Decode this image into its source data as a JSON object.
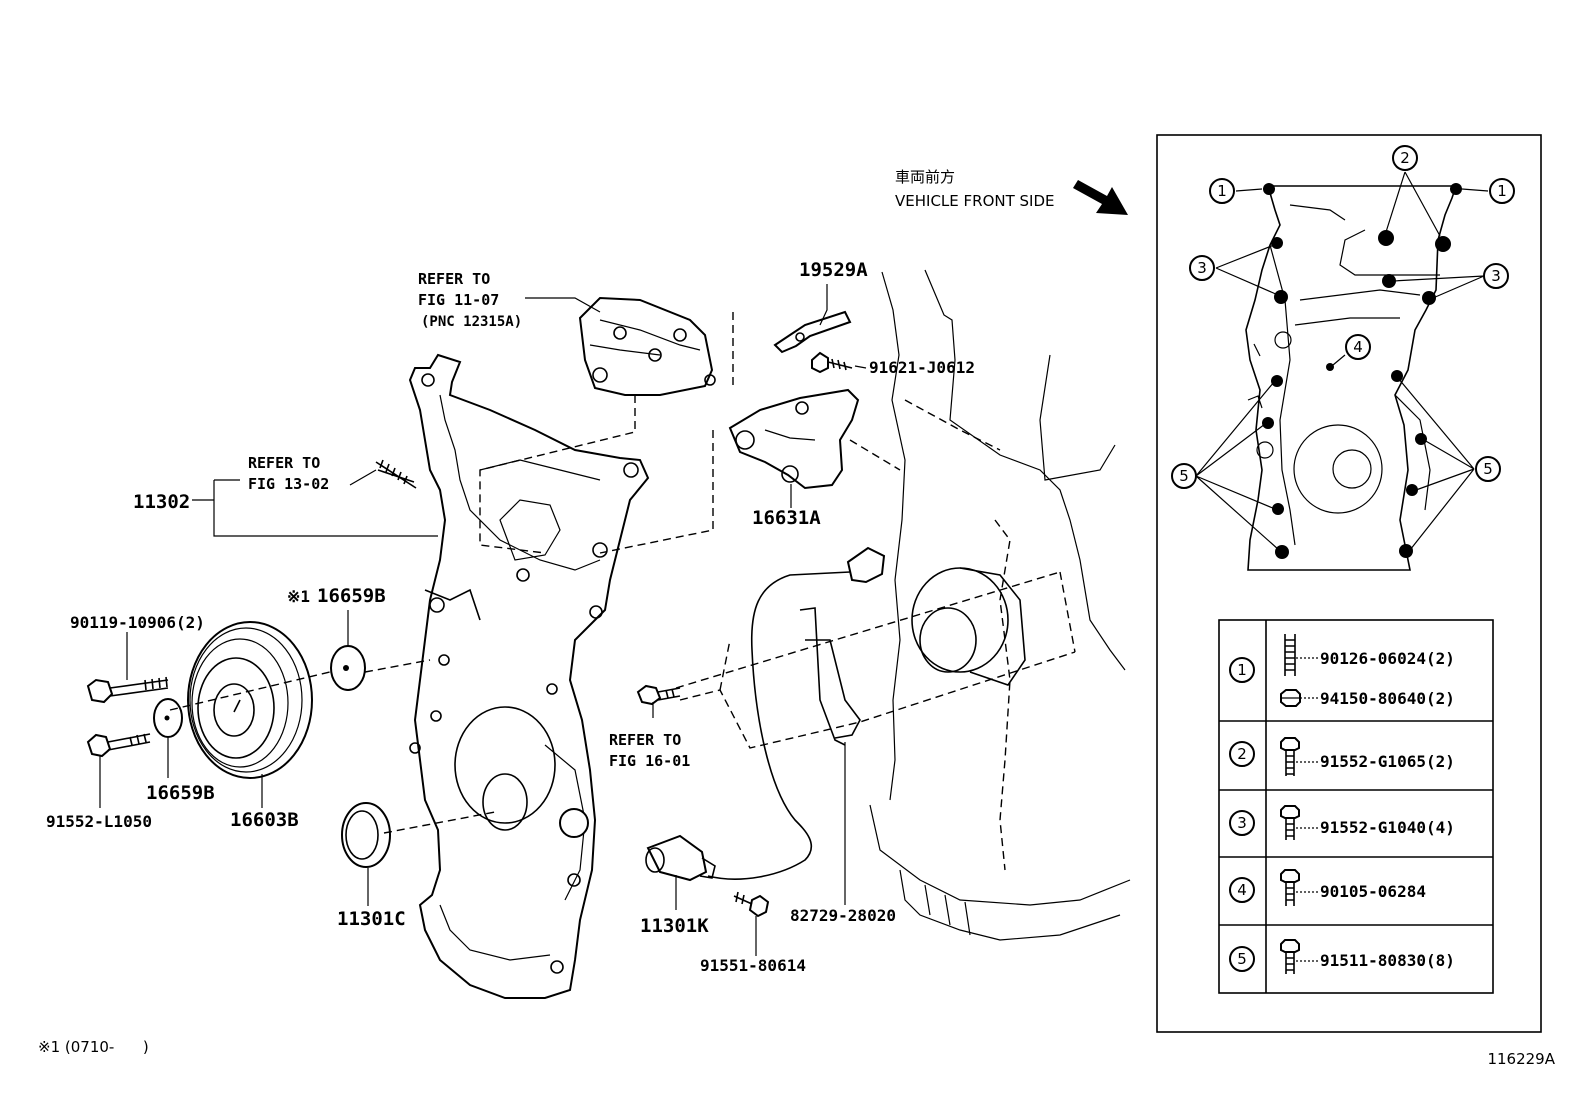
{
  "diagram_id": "116229A",
  "footnote": "※1 (0710-      )",
  "vehicle_front": {
    "jp": "車両前方",
    "en": "VEHICLE FRONT SIDE"
  },
  "references": {
    "fig_11_07": [
      "REFER TO",
      "FIG 11-07",
      "(PNC 12315A)"
    ],
    "fig_13_02": [
      "REFER TO",
      "FIG 13-02"
    ],
    "fig_16_01": [
      "REFER TO",
      "FIG 16-01"
    ]
  },
  "parts": {
    "p11302": "11302",
    "p19529A": "19529A",
    "p91621": "91621-J0612",
    "p16631A": "16631A",
    "p16659B_top": "16659B",
    "p16659B_top_mark": "※1",
    "p90119": "90119-10906(2)",
    "p91552L": "91552-L1050",
    "p16659B": "16659B",
    "p16603B": "16603B",
    "p11301C": "11301C",
    "p11301K": "11301K",
    "p91551": "91551-80614",
    "p82729": "82729-28020"
  },
  "callouts": [
    "1",
    "2",
    "3",
    "4",
    "5"
  ],
  "fastener_table": [
    {
      "no": "1",
      "parts": [
        "90126-06024(2)",
        "94150-80640(2)"
      ]
    },
    {
      "no": "2",
      "parts": [
        "91552-G1065(2)"
      ]
    },
    {
      "no": "3",
      "parts": [
        "91552-G1040(4)"
      ]
    },
    {
      "no": "4",
      "parts": [
        "90105-06284"
      ]
    },
    {
      "no": "5",
      "parts": [
        "91511-80830(8)"
      ]
    }
  ]
}
